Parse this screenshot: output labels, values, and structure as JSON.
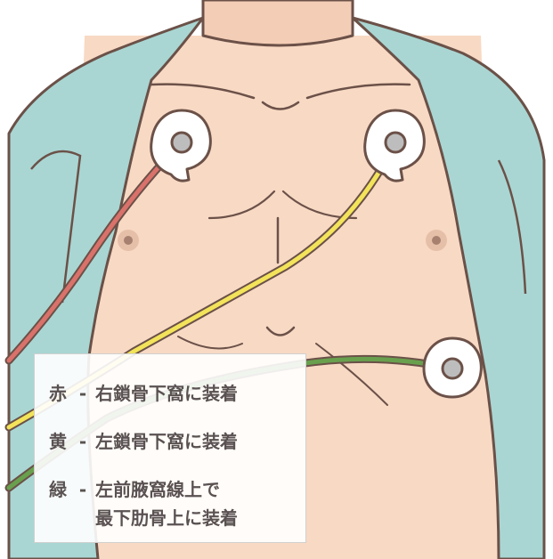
{
  "legend": {
    "items": [
      {
        "color_name": "赤",
        "dash": "-",
        "text": "右鎖骨下窩に装着",
        "wire_color": "#d9726b"
      },
      {
        "color_name": "黄",
        "dash": "-",
        "text": "左鎖骨下窩に装着",
        "wire_color": "#f2e35a"
      },
      {
        "color_name": "緑",
        "dash": "-",
        "text": "左前腋窩線上で\n最下肋骨上に装着",
        "wire_color": "#68a04e"
      }
    ]
  },
  "colors": {
    "skin": "#f8d9c4",
    "gown": "#a9d6d3",
    "outline": "#6b5148",
    "electrode": "#ffffff",
    "nipple": "#c9a08c"
  }
}
